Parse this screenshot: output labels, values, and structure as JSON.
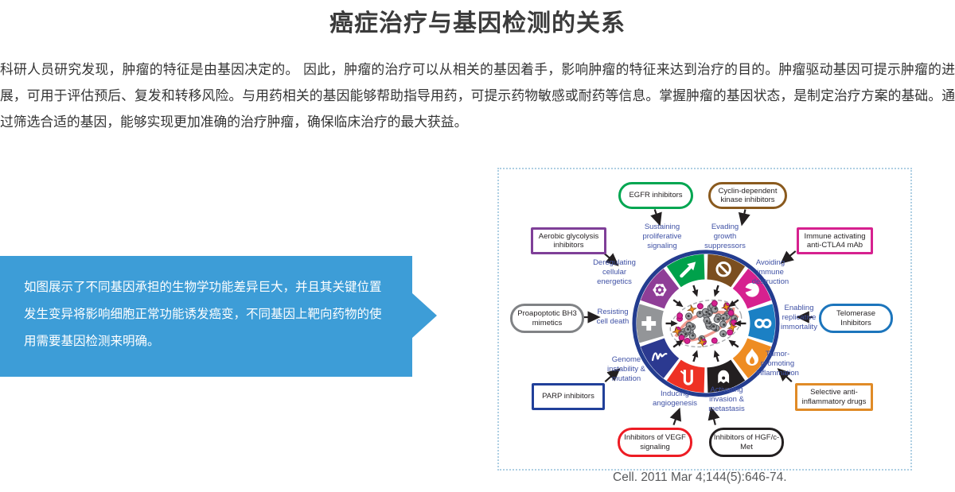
{
  "page": {
    "title": "癌症治疗与基因检测的关系",
    "intro": "科研人员研究发现，肿瘤的特征是由基因决定的。 因此，肿瘤的治疗可以从相关的基因着手，影响肿瘤的特征来达到治疗的目的。肿瘤驱动基因可提示肿瘤的进展，可用于评估预后、复发和转移风险。与用药相关的基因能够帮助指导用药，可提示药物敏感或耐药等信息。掌握肿瘤的基因状态，是制定治疗方案的基础。通过筛选合适的基因，能够实现更加准确的治疗肿瘤，确保临床治疗的最大获益。",
    "callout": {
      "text": "如图展示了不同基因承担的生物学功能差异巨大，并且其关键位置发生变异将影响细胞正常功能诱发癌变，不同基因上靶向药物的使用需要基因检测来明确。",
      "bg_color": "#3D9DD7"
    },
    "citation": "Cell. 2011 Mar 4;144(5):646-74."
  },
  "figure": {
    "border_color": "#AECFE3",
    "therapies": [
      {
        "label": "EGFR inhibitors",
        "color": "#00A651",
        "shape": "pill"
      },
      {
        "label": "Cyclin-dependent kinase inhibitors",
        "color": "#8A5A1E",
        "shape": "pill"
      },
      {
        "label": "Aerobic glycolysis inhibitors",
        "color": "#7F3F98",
        "shape": "rect"
      },
      {
        "label": "Immune activating anti-CTLA4 mAb",
        "color": "#D6218F",
        "shape": "rect"
      },
      {
        "label": "Proapoptotic BH3 mimetics",
        "color": "#808285",
        "shape": "pill"
      },
      {
        "label": "Telomerase Inhibitors",
        "color": "#1C75BC",
        "shape": "pill"
      },
      {
        "label": "PARP inhibitors",
        "color": "#21409A",
        "shape": "rect"
      },
      {
        "label": "Selective anti-inflammatory drugs",
        "color": "#E08B27",
        "shape": "rect"
      },
      {
        "label": "Inhibitors of VEGF signaling",
        "color": "#ED1C24",
        "shape": "pill"
      },
      {
        "label": "Inhibitors of HGF/c-Met",
        "color": "#231F20",
        "shape": "pill"
      }
    ],
    "hallmarks": [
      {
        "label": "Sustaining proliferative signaling"
      },
      {
        "label": "Evading growth suppressors"
      },
      {
        "label": "Avoiding immune destruction"
      },
      {
        "label": "Enabling replicative immortality"
      },
      {
        "label": "Tumor-promoting inflammation"
      },
      {
        "label": "Activating invasion & metastasis"
      },
      {
        "label": "Inducing angiogenesis"
      },
      {
        "label": "Genome instability & mutation"
      },
      {
        "label": "Resisting cell death"
      },
      {
        "label": "Deregulating cellular energetics"
      }
    ],
    "wheel": {
      "ring_color": "#233C8F",
      "segments": [
        {
          "name": "sustaining-proliferative-signaling",
          "color": "#00A14B",
          "icon": "arrow"
        },
        {
          "name": "evading-growth-suppressors",
          "color": "#7B4E1F",
          "icon": "no-symbol"
        },
        {
          "name": "avoiding-immune-destruction",
          "color": "#D6218F",
          "icon": "immune-cell"
        },
        {
          "name": "enabling-replicative-immortality",
          "color": "#1B80C4",
          "icon": "infinity"
        },
        {
          "name": "tumor-promoting-inflammation",
          "color": "#EE8C22",
          "icon": "flame"
        },
        {
          "name": "activating-invasion-metastasis",
          "color": "#231F20",
          "icon": "invader"
        },
        {
          "name": "inducing-angiogenesis",
          "color": "#EE3124",
          "icon": "vessel"
        },
        {
          "name": "genome-instability-mutation",
          "color": "#2B3990",
          "icon": "scribble"
        },
        {
          "name": "resisting-cell-death",
          "color": "#939598",
          "icon": "cross"
        },
        {
          "name": "deregulating-cellular-energetics",
          "color": "#8F3E97",
          "icon": "atom"
        }
      ]
    }
  }
}
